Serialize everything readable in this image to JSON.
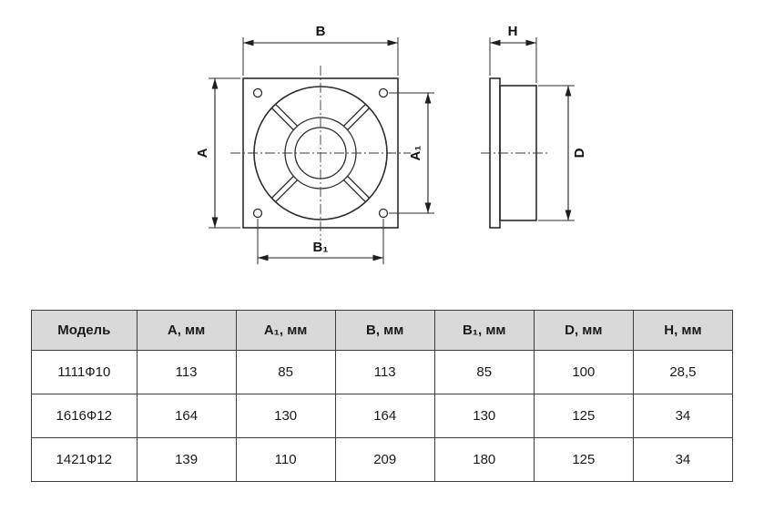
{
  "drawing": {
    "front_view": {
      "dim_top": "B",
      "dim_left": "A",
      "dim_right": "A₁",
      "dim_bottom": "B₁"
    },
    "side_view": {
      "dim_top": "H",
      "dim_right": "D"
    }
  },
  "table": {
    "headers": [
      "Модель",
      "A, мм",
      "A₁, мм",
      "B, мм",
      "B₁, мм",
      "D, мм",
      "H, мм"
    ],
    "rows": [
      [
        "1111Ф10",
        "113",
        "85",
        "113",
        "85",
        "100",
        "28,5"
      ],
      [
        "1616Ф12",
        "164",
        "130",
        "164",
        "130",
        "125",
        "34"
      ],
      [
        "1421Ф12",
        "139",
        "110",
        "209",
        "180",
        "125",
        "34"
      ]
    ]
  },
  "colors": {
    "line": "#2b2b2b",
    "table_border": "#3c3c3c",
    "header_bg": "#d9d9d9"
  }
}
